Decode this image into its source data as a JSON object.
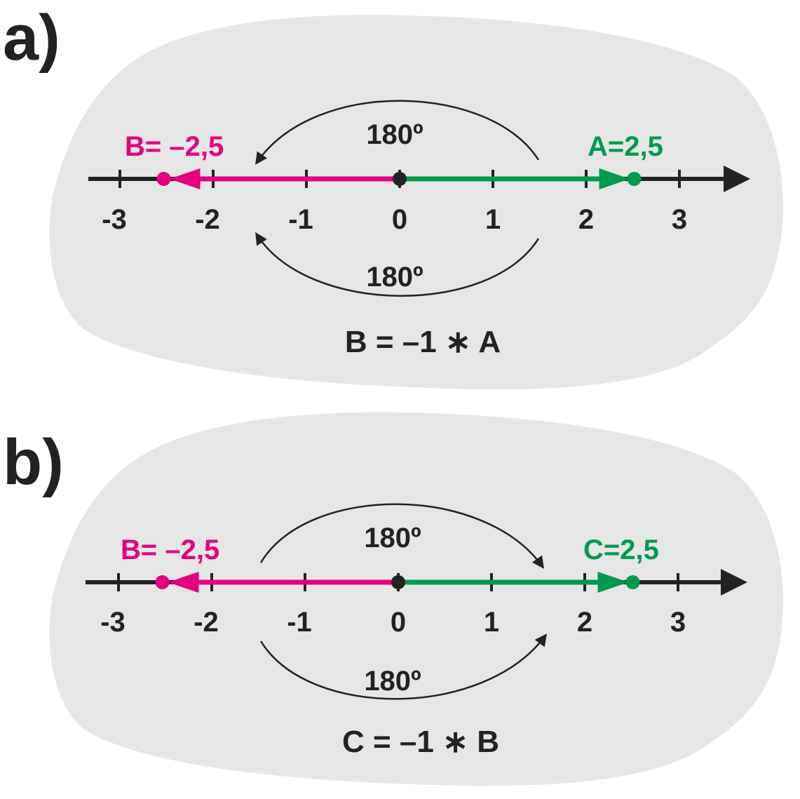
{
  "colors": {
    "background_blob": "#e6e6e6",
    "axis": "#222222",
    "negative": "#e4007f",
    "positive": "#009a4e"
  },
  "axis": {
    "tick_values": [
      -3,
      -2,
      -1,
      0,
      1,
      2,
      3
    ],
    "tick_labels": [
      "-3",
      "-2",
      "-1",
      "0",
      "1",
      "2",
      "3"
    ]
  },
  "panels": [
    {
      "letter": "a)",
      "negative_label": "B= –2,5",
      "positive_label": "A=2,5",
      "negative_value": -2.5,
      "positive_value": 2.5,
      "top_angle": "180º",
      "bottom_angle": "180º",
      "rotation_direction": "positive-to-negative",
      "formula": "B = –1 ∗ A"
    },
    {
      "letter": "b)",
      "negative_label": "B= –2,5",
      "positive_label": "C=2,5",
      "negative_value": -2.5,
      "positive_value": 2.5,
      "top_angle": "180º",
      "bottom_angle": "180º",
      "rotation_direction": "negative-to-positive",
      "formula": "C = –1 ∗ B"
    }
  ]
}
